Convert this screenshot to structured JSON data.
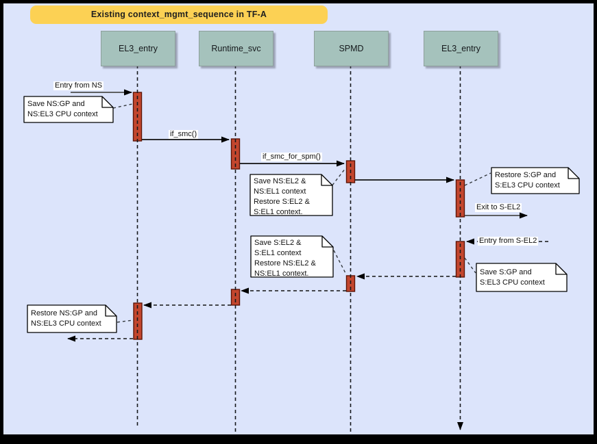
{
  "diagram": {
    "title": "Existing context_mgmt_sequence in TF-A",
    "lifelines": [
      {
        "label": "EL3_entry"
      },
      {
        "label": "Runtime_svc"
      },
      {
        "label": "SPMD"
      },
      {
        "label": "EL3_entry"
      }
    ],
    "messages": {
      "entry_from_ns": "Entry from NS",
      "if_smc": "if_smc()",
      "if_smc_for_spm": "if_smc_for_spm()",
      "exit_to_s_el2": "Exit to S-EL2",
      "entry_from_s_el2": "Entry from S-EL2"
    },
    "notes": {
      "save_ns_gp": "Save NS:GP and\nNS:EL3 CPU context",
      "save_ns_el2": "Save NS:EL2 &\nNS:EL1 context\nRestore S:EL2 &\nS:EL1 context.",
      "restore_s_gp": "Restore S:GP and\nS:EL3 CPU context",
      "save_s_el2": "Save S:EL2 &\nS:EL1 context\nRestore NS:EL2 &\nNS:EL1 context.",
      "save_s_gp": "Save S:GP and\nS:EL3 CPU context",
      "restore_ns_gp": "Restore NS:GP and\nNS:EL3 CPU context"
    },
    "colors": {
      "background": "#dce4fb",
      "frame": "#000000",
      "title_bg": "#fcd154",
      "lifeline_header_bg": "#a5c2bc",
      "activation_fill": "#c3462e",
      "activation_border": "#5d1507",
      "note_bg": "#ffffff"
    }
  }
}
